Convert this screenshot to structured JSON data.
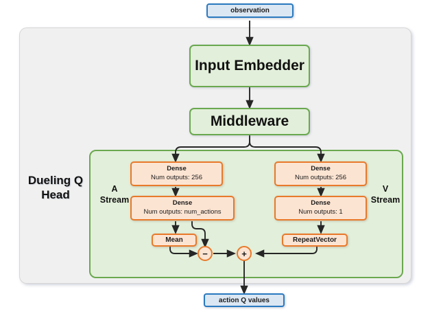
{
  "diagram": {
    "title_nodes": {
      "observation": "observation",
      "output": "action Q values"
    },
    "blocks": [
      {
        "id": "input-embedder",
        "label": "Input Embedder",
        "kind": "green"
      },
      {
        "id": "middleware",
        "label": "Middleware",
        "kind": "green"
      }
    ],
    "head": {
      "label_line1": "Dueling Q",
      "label_line2": "Head",
      "streams": [
        {
          "id": "a-stream",
          "line1": "A",
          "line2": "Stream"
        },
        {
          "id": "v-stream",
          "line1": "V",
          "line2": "Stream"
        }
      ]
    },
    "a_stream_nodes": [
      {
        "id": "a-dense-1",
        "title": "Dense",
        "sub": "Num outputs: 256"
      },
      {
        "id": "a-dense-2",
        "title": "Dense",
        "sub": "Num outputs: num_actions"
      },
      {
        "id": "mean",
        "title": "Mean",
        "sub": ""
      }
    ],
    "v_stream_nodes": [
      {
        "id": "v-dense-1",
        "title": "Dense",
        "sub": "Num outputs: 256"
      },
      {
        "id": "v-dense-2",
        "title": "Dense",
        "sub": "Num outputs: 1"
      },
      {
        "id": "repeat-vector",
        "title": "RepeatVector",
        "sub": ""
      }
    ],
    "operators": [
      {
        "id": "subtract-op",
        "symbol": "−"
      },
      {
        "id": "add-op",
        "symbol": "+"
      }
    ],
    "colors": {
      "blue_fill": "#dbe7f3",
      "blue_border": "#2a7ac0",
      "green_fill": "#e2efda",
      "green_border": "#6aa84f",
      "orange_fill": "#fce4d2",
      "orange_border": "#e8792a",
      "outer_fill": "#f0f0f0",
      "outer_border": "#d6d6d6",
      "arrow": "#262626"
    }
  }
}
